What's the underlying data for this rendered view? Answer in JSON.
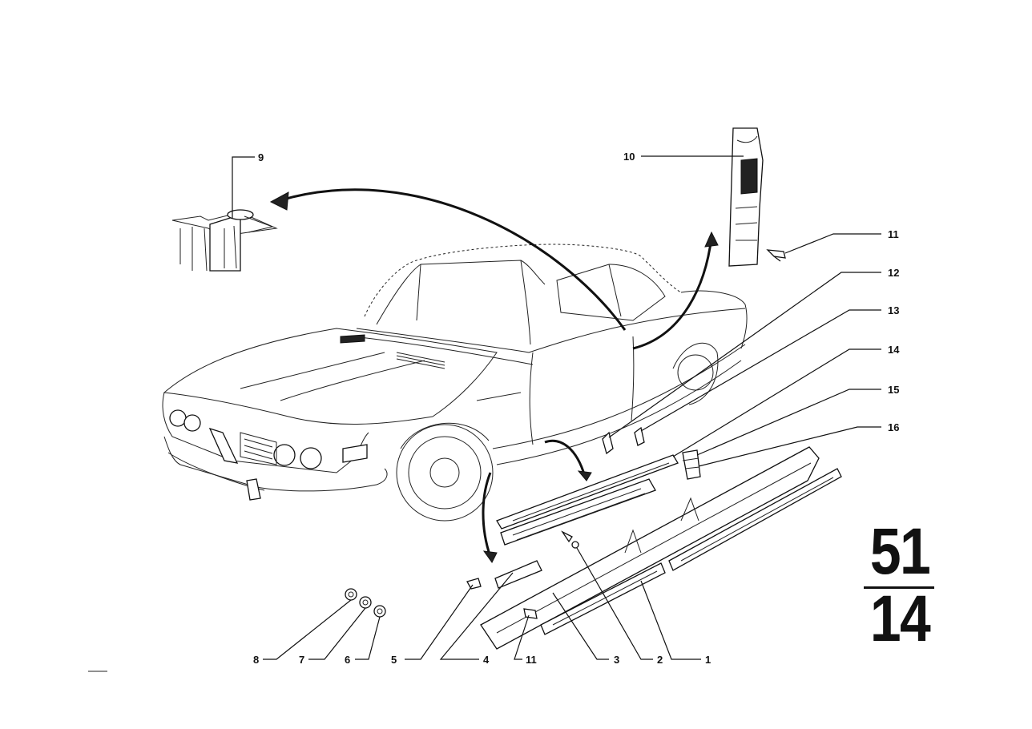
{
  "callouts": [
    {
      "id": "c1",
      "label": "1"
    },
    {
      "id": "c2",
      "label": "2"
    },
    {
      "id": "c3",
      "label": "3"
    },
    {
      "id": "c4",
      "label": "4"
    },
    {
      "id": "c5",
      "label": "5"
    },
    {
      "id": "c6",
      "label": "6"
    },
    {
      "id": "c7",
      "label": "7"
    },
    {
      "id": "c8",
      "label": "8"
    },
    {
      "id": "c9",
      "label": "9"
    },
    {
      "id": "c10",
      "label": "10"
    },
    {
      "id": "c11a",
      "label": "11"
    },
    {
      "id": "c11b",
      "label": "11"
    },
    {
      "id": "c12",
      "label": "12"
    },
    {
      "id": "c13",
      "label": "13"
    },
    {
      "id": "c14",
      "label": "14"
    },
    {
      "id": "c15",
      "label": "15"
    },
    {
      "id": "c16",
      "label": "16"
    }
  ],
  "group_number": {
    "top": "51",
    "bottom": "14"
  }
}
